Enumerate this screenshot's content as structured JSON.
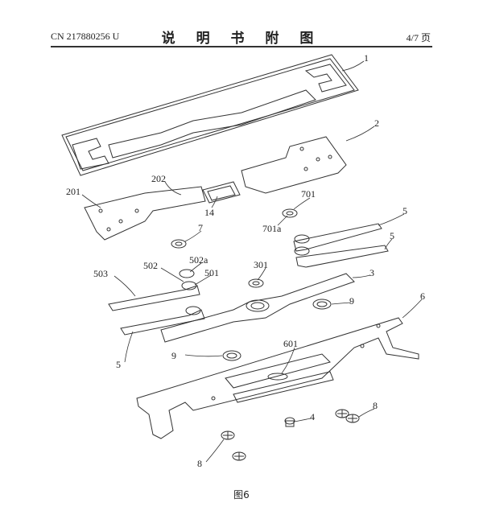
{
  "header": {
    "publication_number": "CN 217880256 U",
    "title": "说 明 书 附 图",
    "page": "4/7 页"
  },
  "figure": {
    "caption": "图6",
    "labels": [
      "1",
      "2",
      "202",
      "201",
      "14",
      "701",
      "701a",
      "7",
      "5",
      "5",
      "502a",
      "502",
      "501",
      "301",
      "503",
      "3",
      "9",
      "6",
      "5",
      "601",
      "9",
      "4",
      "8",
      "8"
    ]
  }
}
